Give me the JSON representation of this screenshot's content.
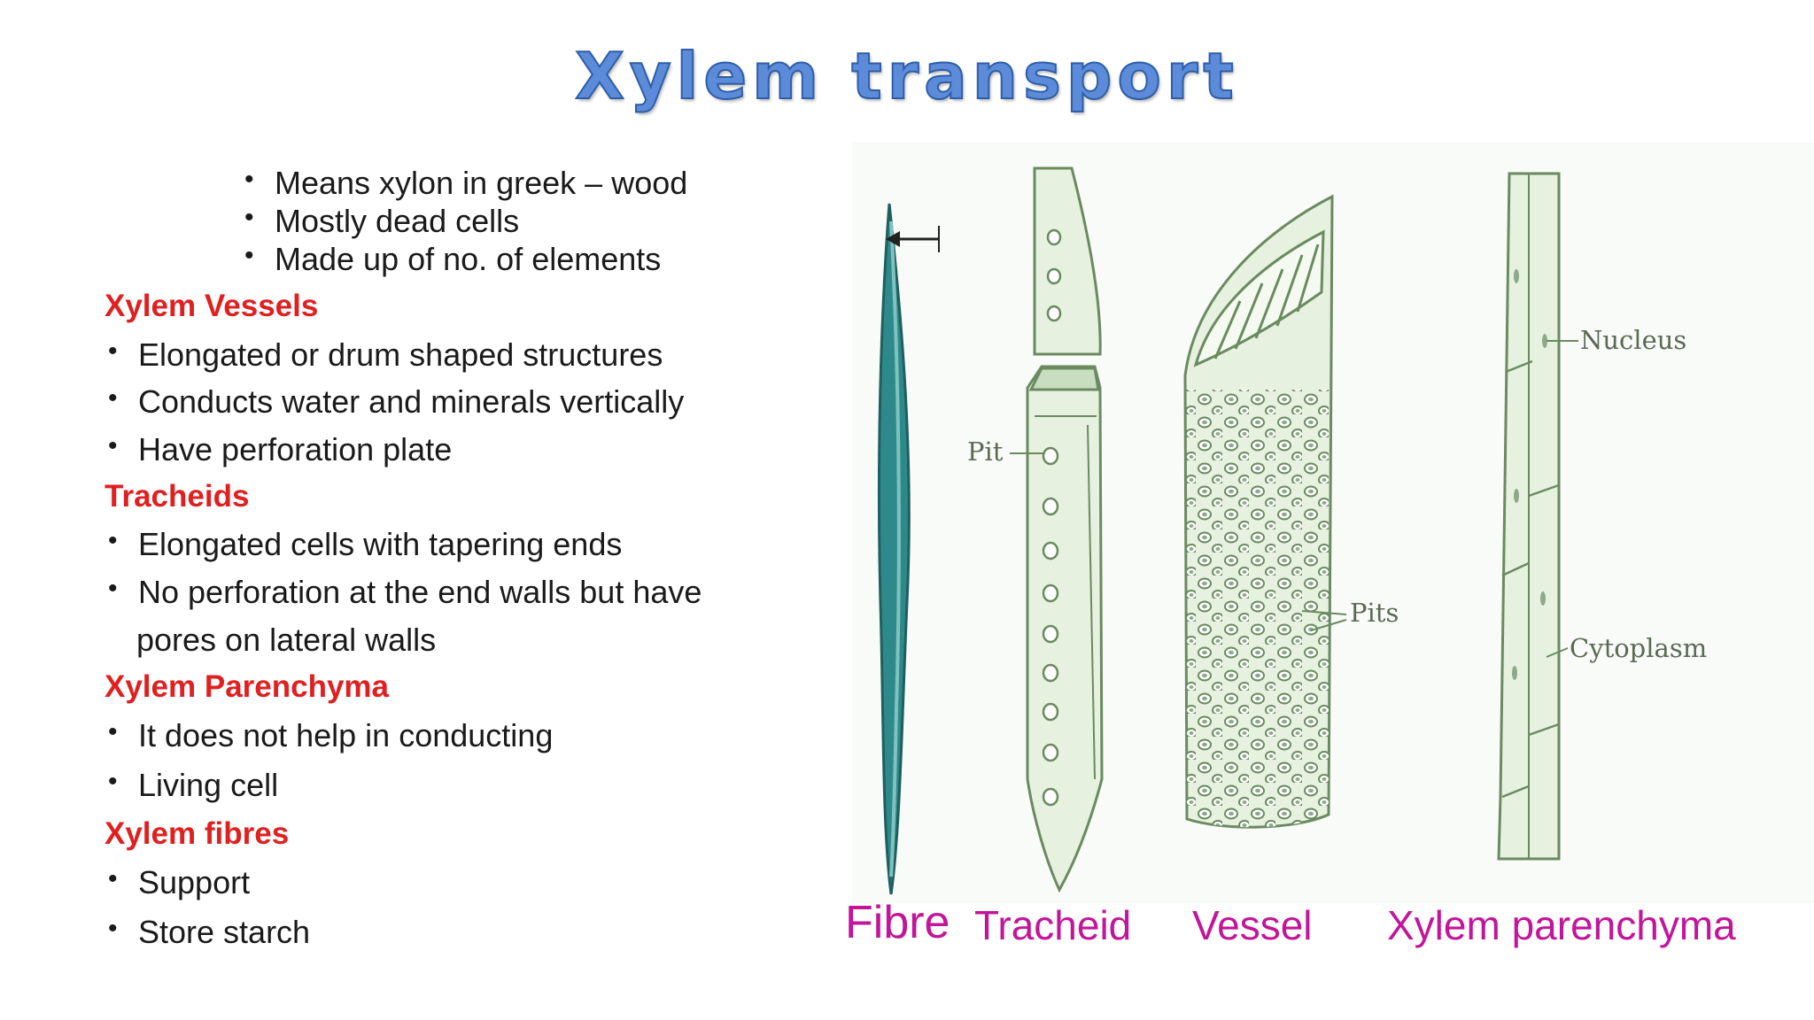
{
  "title": "Xylem transport",
  "intro": [
    "Means xylon in greek – wood",
    "Mostly dead cells",
    "Made up of no. of elements"
  ],
  "sections": [
    {
      "heading": "Xylem Vessels",
      "bullets": [
        "Elongated or drum shaped structures",
        "Conducts water and minerals vertically",
        "Have perforation plate"
      ]
    },
    {
      "heading": "Tracheids",
      "bullets": [
        "Elongated cells with tapering ends",
        "No perforation at the end walls but have"
      ],
      "continuation": "pores on lateral walls"
    },
    {
      "heading": "Xylem Parenchyma",
      "bullets": [
        "It does not help in conducting",
        "Living cell"
      ]
    },
    {
      "heading": "Xylem fibres",
      "bullets": [
        "Support",
        "Store starch"
      ]
    }
  ],
  "diagram": {
    "labels": {
      "pit": "Pit",
      "pits": "Pits",
      "nucleus": "Nucleus",
      "cytoplasm": "Cytoplasm"
    },
    "captions": [
      "Fibre",
      "Tracheid",
      "Vessel",
      "Xylem parenchyma"
    ]
  },
  "colors": {
    "heading": "#e02020",
    "caption": "#c2159a",
    "title_fill": "#5b8bd9",
    "title_stroke": "#2f5ea8",
    "fibre": "#2e8a8a",
    "cell_fill": "#e6f2df",
    "cell_stroke": "#6a8a60"
  }
}
